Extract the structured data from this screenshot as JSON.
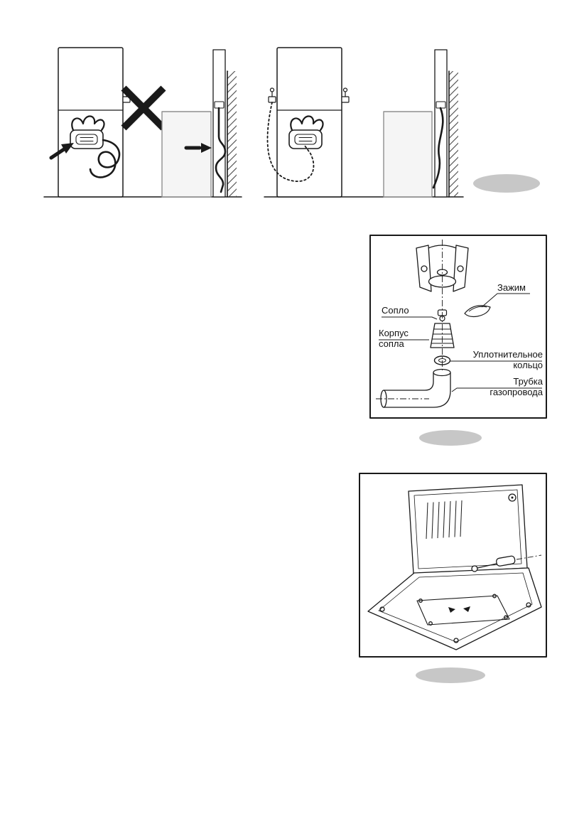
{
  "page": {
    "background": "#ffffff"
  },
  "colors": {
    "line": "#1a1a1a",
    "shadow": "#c7c7c7",
    "wall_hatch": "#4a4a4a",
    "neighbor_fill": "#f5f5f5"
  },
  "nozzle_figure": {
    "labels": {
      "clamp": "Зажим",
      "nozzle": "Сопло",
      "nozzle_body": "Корпус\nсопла",
      "sealing_ring": "Уплотнительное\nкольцо",
      "gas_pipe": "Трубка\nгазопровода"
    }
  }
}
